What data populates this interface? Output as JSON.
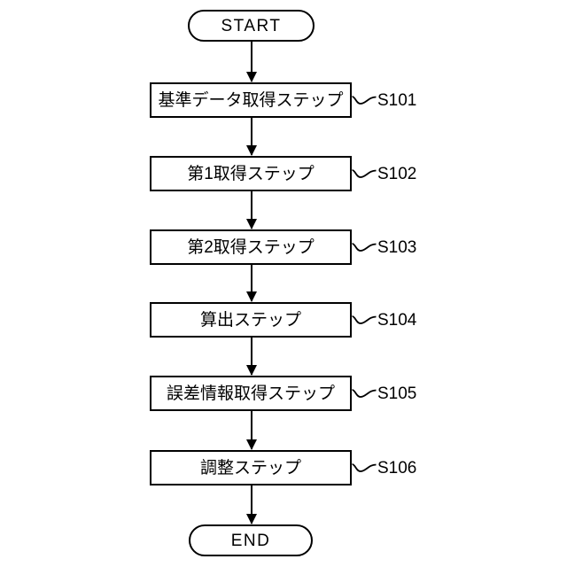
{
  "diagram": {
    "title": "Flowchart",
    "line_color": "#000000",
    "background_color": "#ffffff",
    "start": {
      "label": "START",
      "shape": "capsule"
    },
    "end": {
      "label": "END",
      "shape": "capsule"
    },
    "steps": [
      {
        "label": "基準データ取得ステップ",
        "tag": "S101"
      },
      {
        "label": "第1取得ステップ",
        "tag": "S102"
      },
      {
        "label": "第2取得ステップ",
        "tag": "S103"
      },
      {
        "label": "算出ステップ",
        "tag": "S104"
      },
      {
        "label": "誤差情報取得ステップ",
        "tag": "S105"
      },
      {
        "label": "調整ステップ",
        "tag": "S106"
      }
    ],
    "icons": {
      "tilde_connector": "tilde-connector-icon",
      "arrow": "down-arrow-icon"
    }
  }
}
